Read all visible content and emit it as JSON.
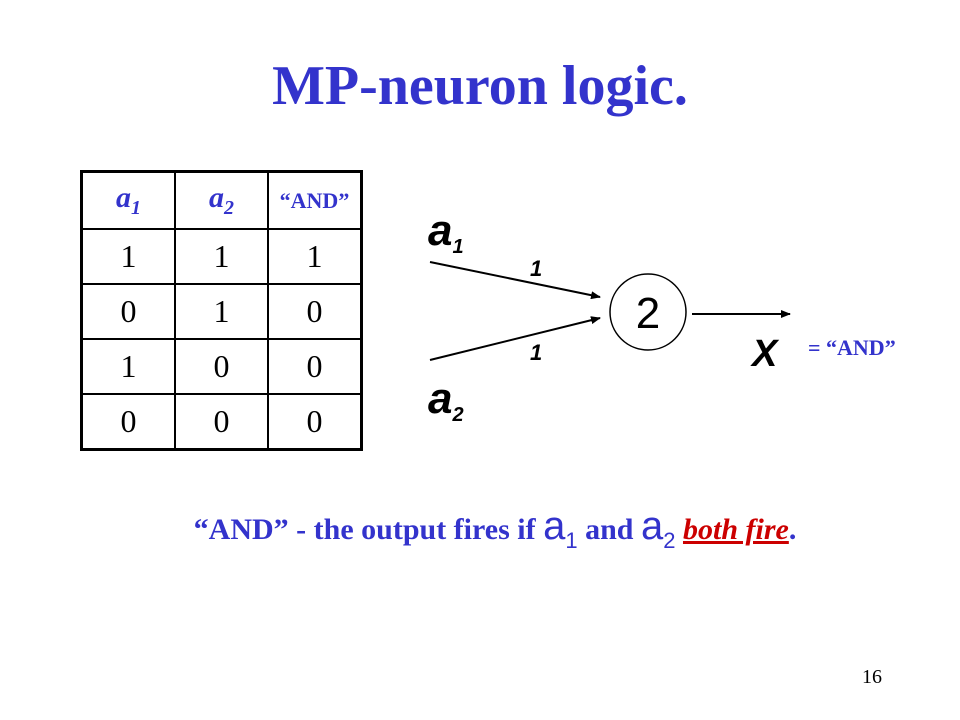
{
  "title": "MP-neuron logic.",
  "table": {
    "headers": [
      {
        "var": "a",
        "sub": "1"
      },
      {
        "var": "a",
        "sub": "2"
      },
      {
        "label": "“AND”"
      }
    ],
    "rows": [
      [
        "1",
        "1",
        "1"
      ],
      [
        "0",
        "1",
        "0"
      ],
      [
        "1",
        "0",
        "0"
      ],
      [
        "0",
        "0",
        "0"
      ]
    ]
  },
  "diagram": {
    "input_top": {
      "var": "a",
      "sub": "1"
    },
    "input_bottom": {
      "var": "a",
      "sub": "2"
    },
    "weight_top": "1",
    "weight_bottom": "1",
    "threshold": "2",
    "output_var": "X",
    "output_eq": "= “AND”"
  },
  "caption": {
    "prefix": "“AND” - the output fires if ",
    "var1": "a",
    "sub1": "1",
    "mid": " and ",
    "var2": "a",
    "sub2": "2",
    "emph": "both fire",
    "suffix": "."
  },
  "page_number": "16",
  "colors": {
    "accent": "#3333cc",
    "emphasis": "#cc0000"
  }
}
